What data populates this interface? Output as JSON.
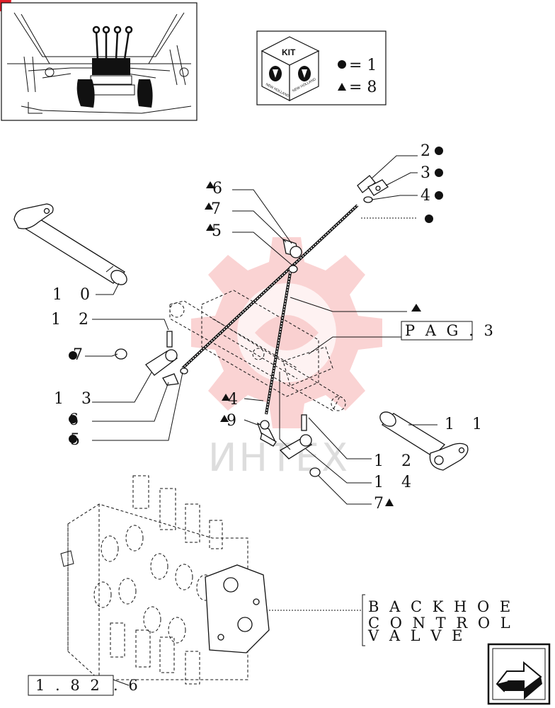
{
  "kit_box": {
    "kit_label": "KIT",
    "brand_left": "NEW HOLLAND",
    "brand_right": "NEW HOLLAND",
    "circle_eq": "= 1",
    "triangle_eq": "= 8"
  },
  "callouts": {
    "c2": "2",
    "c3": "3",
    "c4": "4",
    "c6": "6",
    "c7": "7",
    "c5": "5",
    "c10": "1 0",
    "c12a": "1 2",
    "c7b": "7",
    "c13": "1 3",
    "c6b": "6",
    "c5b": "5",
    "c4b": "4",
    "c9": "9",
    "c11": "1 1",
    "c12b": "1 2",
    "c14": "1 4",
    "c7c": "7"
  },
  "page_ref": "P A G .   3",
  "backhoe_label": [
    "B A C K H O E",
    "C O N T R O L",
    "V A L V E"
  ],
  "ref_box": "1 . 8 2",
  "ref_suffix": ". 6",
  "watermark_text": "ИНТЕХ",
  "nav_icon": "next-page-arrow-icon"
}
